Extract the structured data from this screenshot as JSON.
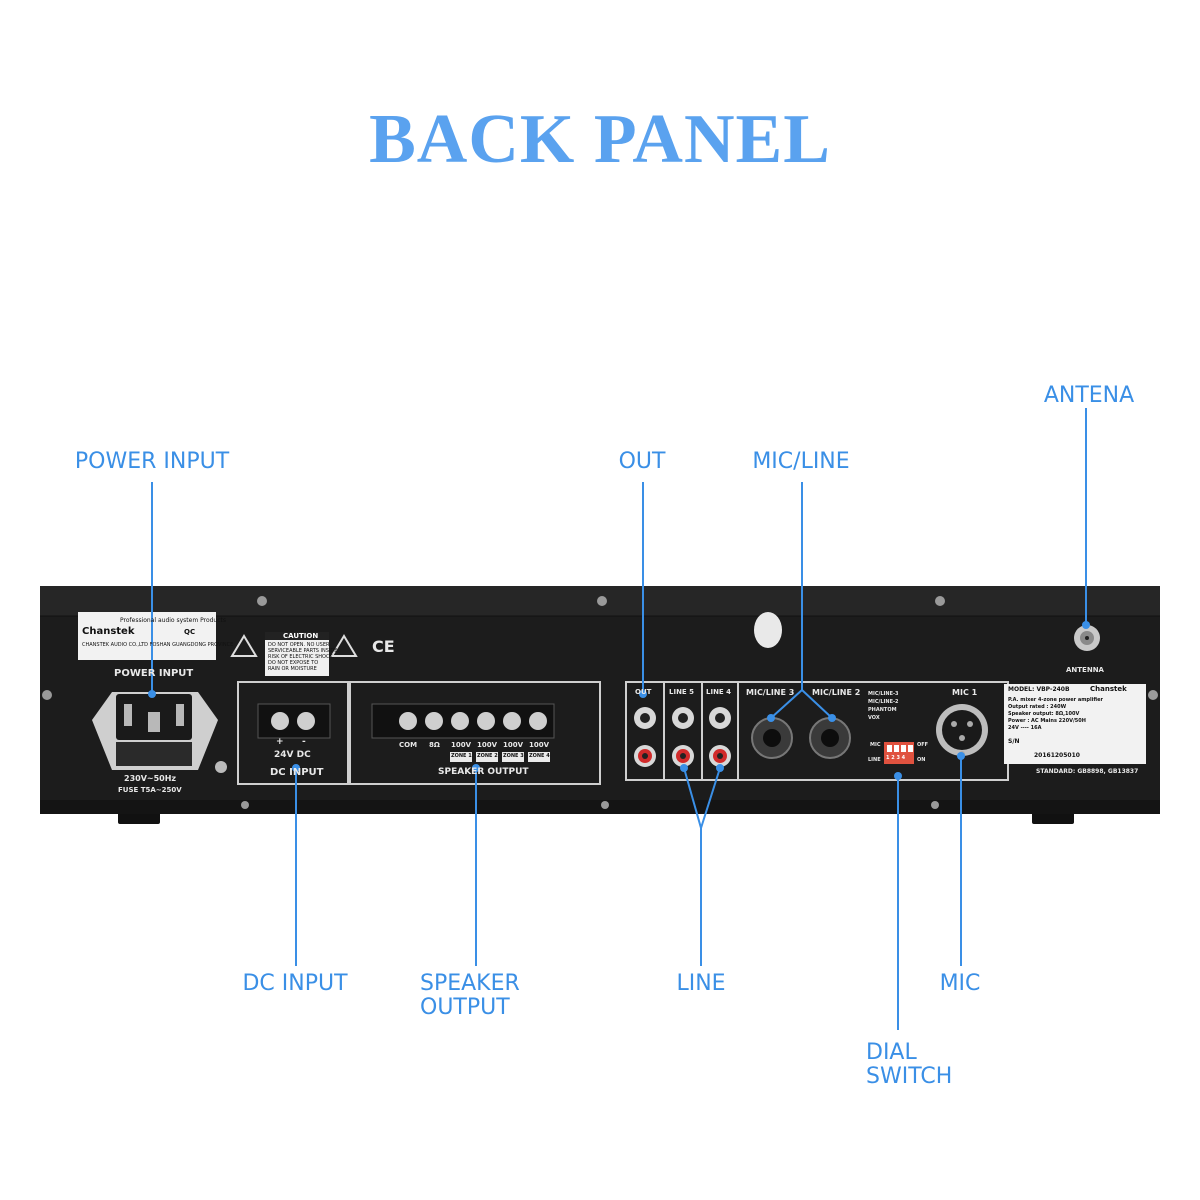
{
  "title": "BACK PANEL",
  "callouts": {
    "power_input": "POWER INPUT",
    "out": "OUT",
    "mic_line": "MIC/LINE",
    "antenna": "ANTENA",
    "dc_input": "DC INPUT",
    "speaker_output_1": "SPEAKER",
    "speaker_output_2": "OUTPUT",
    "line": "LINE",
    "mic": "MIC",
    "dial_switch_1": "DIAL",
    "dial_switch_2": "SWITCH"
  },
  "panel": {
    "brand_label": "Chanstek",
    "brand_tagline": "Professional audio system Products",
    "brand_qc": "QC",
    "brand_company": "CHANSTEK AUDIO CO.,LTD FOSHAN GUANGDONG PROVINCE",
    "caution_title": "CAUTION",
    "caution_text": [
      "DO NOT OPEN. NO USER",
      "SERVICEABLE PARTS INSIDE.",
      "RISK OF ELECTRIC SHOCK.",
      "DO NOT EXPOSE TO",
      "RAIN OR MOISTURE"
    ],
    "cert_marks": "CE",
    "power_input_label": "POWER INPUT",
    "power_rating": "230V~50Hz",
    "fuse_rating": "FUSE T5A~250V",
    "dc_input_label": "DC INPUT",
    "dc_voltage": "24V DC",
    "dc_plus": "+",
    "dc_minus": "-",
    "speaker_output_label": "SPEAKER OUTPUT",
    "speaker_terminals": [
      "COM",
      "8Ω",
      "100V",
      "100V",
      "100V",
      "100V"
    ],
    "zones": [
      "ZONE 1",
      "ZONE 2",
      "ZONE 3",
      "ZONE 4"
    ],
    "out_label": "OUT",
    "line5_label": "LINE 5",
    "line4_label": "LINE 4",
    "mic_line3_label": "MIC/LINE 3",
    "mic_line2_label": "MIC/LINE 2",
    "mic1_label": "MIC 1",
    "dip_labels": [
      "MIC/LINE-3",
      "MIC/LINE-2",
      "PHANTOM",
      "VOX"
    ],
    "dip_mic": "MIC",
    "dip_line": "LINE",
    "dip_off": "OFF",
    "dip_on": "ON",
    "dip_numbers": "1 2 3 4",
    "antenna_label": "ANTENNA",
    "spec_model": "MODEL: VBP-240B",
    "spec_brand": "Chanstek",
    "spec_lines": [
      "P.A. mixer 4-zone power amplifier",
      "Output rated : 240W",
      "Speaker output: 8Ω,100V",
      "Power : AC Mains 220V/50H",
      "24V ---- 16A"
    ],
    "spec_sn_label": "S/N",
    "spec_sn": "20161205010",
    "standard": "STANDARD: GB8898, GB13837"
  }
}
